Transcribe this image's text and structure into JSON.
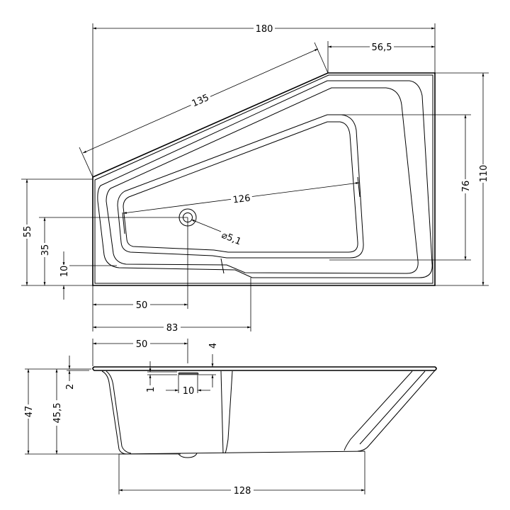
{
  "title": "Corner bathtub technical drawing",
  "top_view": {
    "dims": {
      "total_length": "180",
      "right_short_edge": "56,5",
      "diagonal_edge": "135",
      "inner_length": "126",
      "drain_diameter": "⌀5,1",
      "total_width": "110",
      "inner_width": "76",
      "left_edge": "55",
      "drain_from_bottom": "35",
      "step_height": "10",
      "drain_from_left": "50",
      "step_from_left": "83"
    }
  },
  "side_view": {
    "dims": {
      "drain_from_left": "50",
      "overflow_top": "4",
      "rim_thickness": "2",
      "overflow_height": "1",
      "overflow_width": "10",
      "total_height": "47",
      "inner_depth": "45,5",
      "bottom_length": "128"
    }
  },
  "colors": {
    "line": "#000000",
    "background": "#ffffff"
  }
}
